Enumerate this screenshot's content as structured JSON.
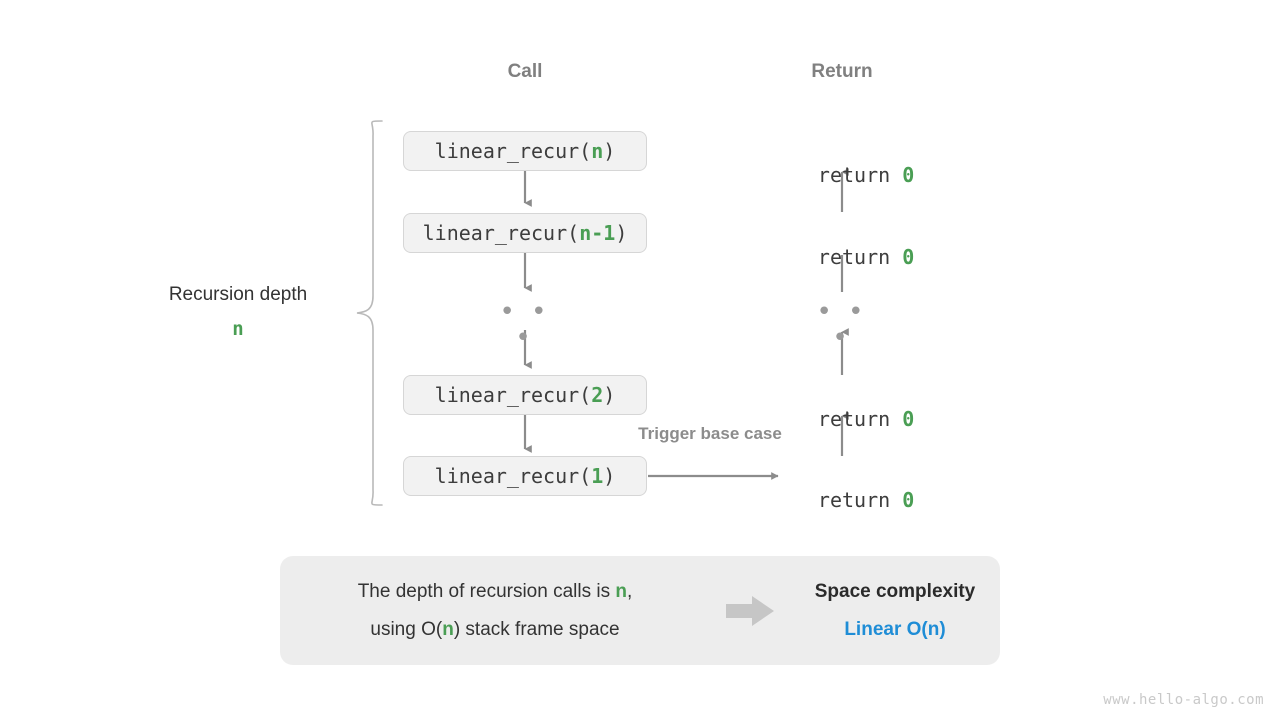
{
  "headers": {
    "call": "Call",
    "return": "Return"
  },
  "colors": {
    "accent_green": "#4a9e54",
    "accent_blue": "#1f8dd6",
    "box_fill": "#f2f2f2",
    "box_border": "#d6d6d6",
    "arrow_gray": "#8c8c8c",
    "panel_fill": "#ededed",
    "header_gray": "#808080",
    "text_dark": "#333333",
    "watermark_gray": "#c9c9c9"
  },
  "depth_label": {
    "title": "Recursion depth",
    "value": "n"
  },
  "call_stack": [
    {
      "prefix": "linear_recur(",
      "arg": "n",
      "suffix": ")"
    },
    {
      "prefix": "linear_recur(",
      "arg": "n-1",
      "suffix": ")"
    },
    {
      "ellipsis": "• • •"
    },
    {
      "prefix": "linear_recur(",
      "arg": "2",
      "suffix": ")"
    },
    {
      "prefix": "linear_recur(",
      "arg": "1",
      "suffix": ")"
    }
  ],
  "return_stack": [
    {
      "text": "return ",
      "value": "0"
    },
    {
      "text": "return ",
      "value": "0"
    },
    {
      "ellipsis": "• • •"
    },
    {
      "text": "return ",
      "value": "0"
    },
    {
      "text": "return ",
      "value": "0"
    }
  ],
  "trigger_label": "Trigger base case",
  "summary": {
    "line1_a": "The depth of recursion calls is ",
    "line1_hl": "n",
    "line1_b": ",",
    "line2_a": "using O(",
    "line2_hl": "n",
    "line2_b": ") stack frame space",
    "result_title": "Space complexity",
    "result_value": "Linear  O(n)"
  },
  "watermark": "www.hello-algo.com"
}
